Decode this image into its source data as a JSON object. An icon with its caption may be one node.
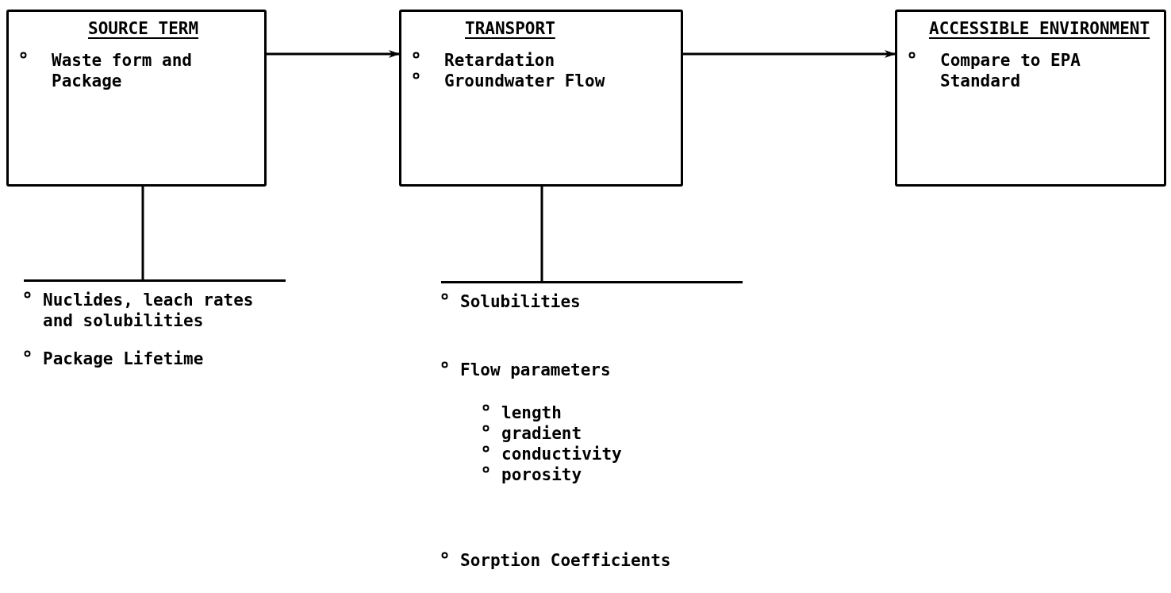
{
  "diagram": {
    "nodes": [
      {
        "text": [
          "SOURCE TERM",
          "Waste form and Package"
        ]
      },
      {
        "text": [
          "TRANSPORT",
          "Retardation",
          "Groundwater Flow"
        ]
      },
      {
        "text": [
          "ACCESSIBLE ENVIRONMENT",
          "Compare to EPA Standard"
        ]
      },
      {
        "text": [
          "Nuclides, leach rates and solubilities",
          "Package Lifetime"
        ]
      },
      {
        "text": [
          "Solubilities",
          "Flow parameters",
          "length",
          "gradient",
          "conductivity",
          "porosity",
          "Sorption Coefficients"
        ]
      }
    ],
    "edges": [
      {
        "from": 0,
        "to": 1,
        "arrow": "to"
      },
      {
        "from": 1,
        "to": 2,
        "arrow": "to"
      },
      {
        "from": 0,
        "to": 3,
        "arrow": "none"
      },
      {
        "from": 1,
        "to": 4,
        "arrow": "none"
      }
    ]
  }
}
